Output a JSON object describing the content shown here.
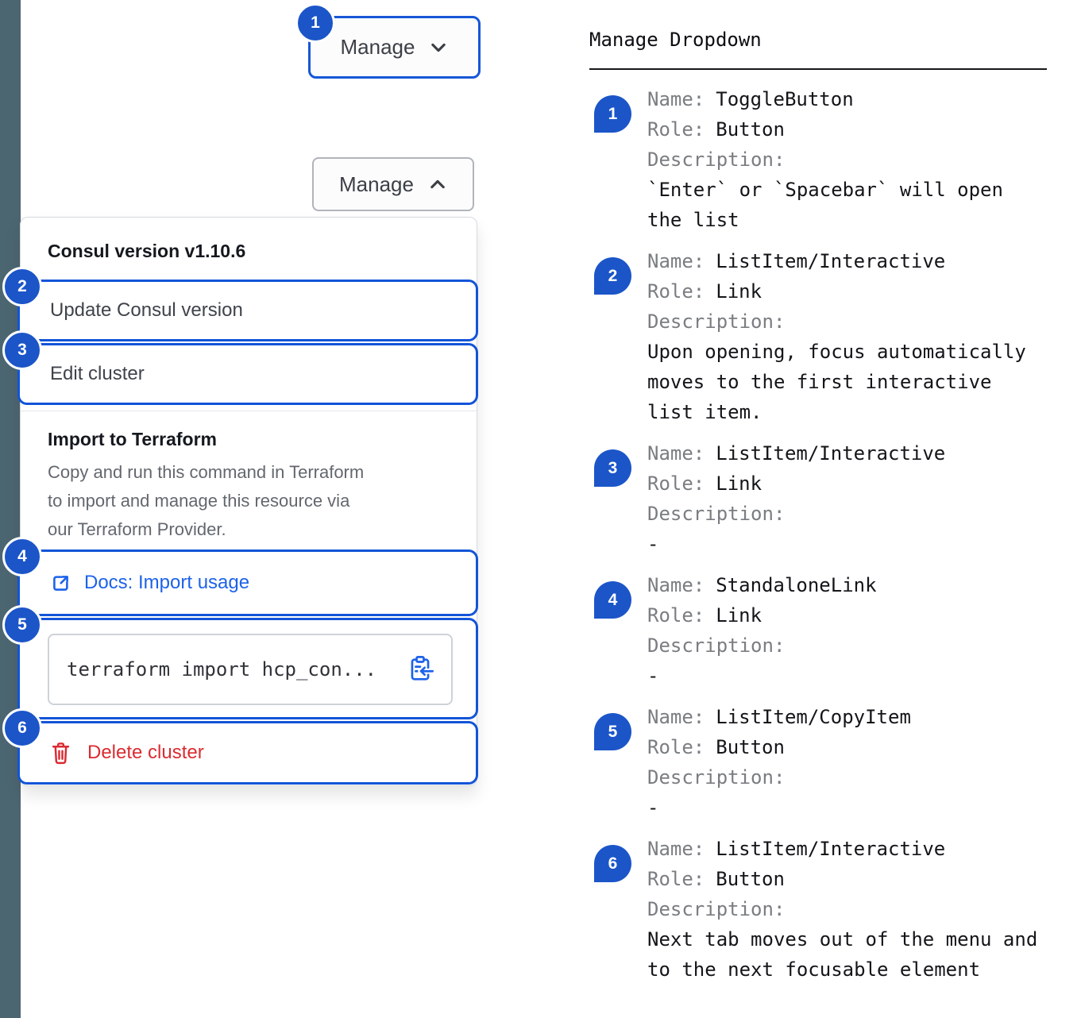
{
  "colors": {
    "strip_slate": "#4c6671",
    "focus_outline_blue": "#1254d8",
    "badge_blue": "#1b55c8",
    "link_blue": "#1c62ea",
    "danger_red": "#db2b31",
    "panel_border": "#d6d9dd"
  },
  "icons": {
    "chevron_down": "⌄",
    "chevron_up": "⌃",
    "external_link": "↗",
    "clipboard_copy": "📋",
    "trash": "🗑"
  },
  "left": {
    "collapsed_button": {
      "badge": "1",
      "label": "Manage"
    },
    "expanded_button": {
      "label": "Manage"
    },
    "dropdown": {
      "version_header": "Consul version v1.10.6",
      "update_item": {
        "badge": "2",
        "label": "Update Consul version"
      },
      "edit_item": {
        "badge": "3",
        "label": "Edit cluster"
      },
      "import_section": {
        "title": "Import to Terraform",
        "description": [
          "Copy and run this command in Terraform",
          "to import and manage this resource via",
          "our Terraform Provider."
        ],
        "docs_link": {
          "badge": "4",
          "label": "Docs: Import usage"
        },
        "command": {
          "badge": "5",
          "code": "terraform import hcp_con..."
        }
      },
      "delete_item": {
        "badge": "6",
        "label": "Delete cluster"
      }
    }
  },
  "legend": {
    "title": "Manage Dropdown",
    "labels": {
      "name": "Name:",
      "role": "Role:",
      "description": "Description:"
    },
    "entries": [
      {
        "badge": "1",
        "name": "ToggleButton",
        "role": "Button",
        "description": [
          "`Enter` or `Spacebar` will open",
          "the list"
        ]
      },
      {
        "badge": "2",
        "name": "ListItem/Interactive",
        "role": "Link",
        "description": [
          "Upon opening, focus automatically",
          "moves to the first interactive",
          "list item."
        ]
      },
      {
        "badge": "3",
        "name": "ListItem/Interactive",
        "role": "Link",
        "description": [
          "-"
        ]
      },
      {
        "badge": "4",
        "name": "StandaloneLink",
        "role": "Link",
        "description": [
          "-"
        ]
      },
      {
        "badge": "5",
        "name": "ListItem/CopyItem",
        "role": "Button",
        "description": [
          "-"
        ]
      },
      {
        "badge": "6",
        "name": "ListItem/Interactive",
        "role": "Button",
        "description": [
          "Next tab moves out of the menu and",
          "to the next focusable element"
        ]
      }
    ]
  }
}
